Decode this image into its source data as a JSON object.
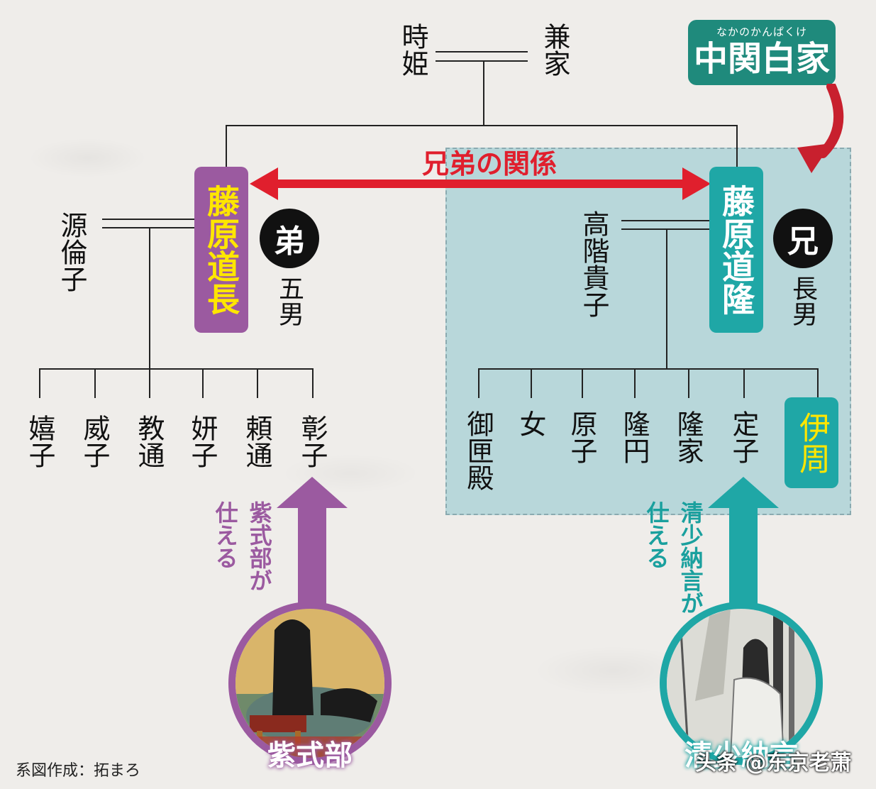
{
  "colors": {
    "purple": "#9b5aa0",
    "teal_box": "#1fa7a6",
    "clan_green": "#1f8a7c",
    "red_arrow": "#e01f2d",
    "yellow_text": "#ffe600",
    "region_blue": "#a9d2d6"
  },
  "parents": {
    "mother": "時姫",
    "father": "兼家"
  },
  "clan": {
    "furigana": "なかのかんぱくけ",
    "name": "中関白家"
  },
  "relationship": "兄弟の関係",
  "michinaga": {
    "name": "藤原道長",
    "badge": "弟",
    "rank": "五男",
    "wife": "源倫子",
    "children": [
      "嬉子",
      "威子",
      "教通",
      "妍子",
      "頼通",
      "彰子"
    ]
  },
  "michitaka": {
    "name": "藤原道隆",
    "badge": "兄",
    "rank": "長男",
    "wife": "高階貴子",
    "children": [
      "御匣殿",
      "女",
      "原子",
      "隆円",
      "隆家",
      "定子",
      "伊周"
    ]
  },
  "murasaki": {
    "serve_line1": "紫式部が",
    "serve_line2": "仕える",
    "label": "紫式部"
  },
  "seishonagon": {
    "serve_line1": "清少納言が",
    "serve_line2": "仕える",
    "label": "清少納言"
  },
  "credit": "系図作成：拓まろ",
  "watermark": "头条 @东京老萧"
}
